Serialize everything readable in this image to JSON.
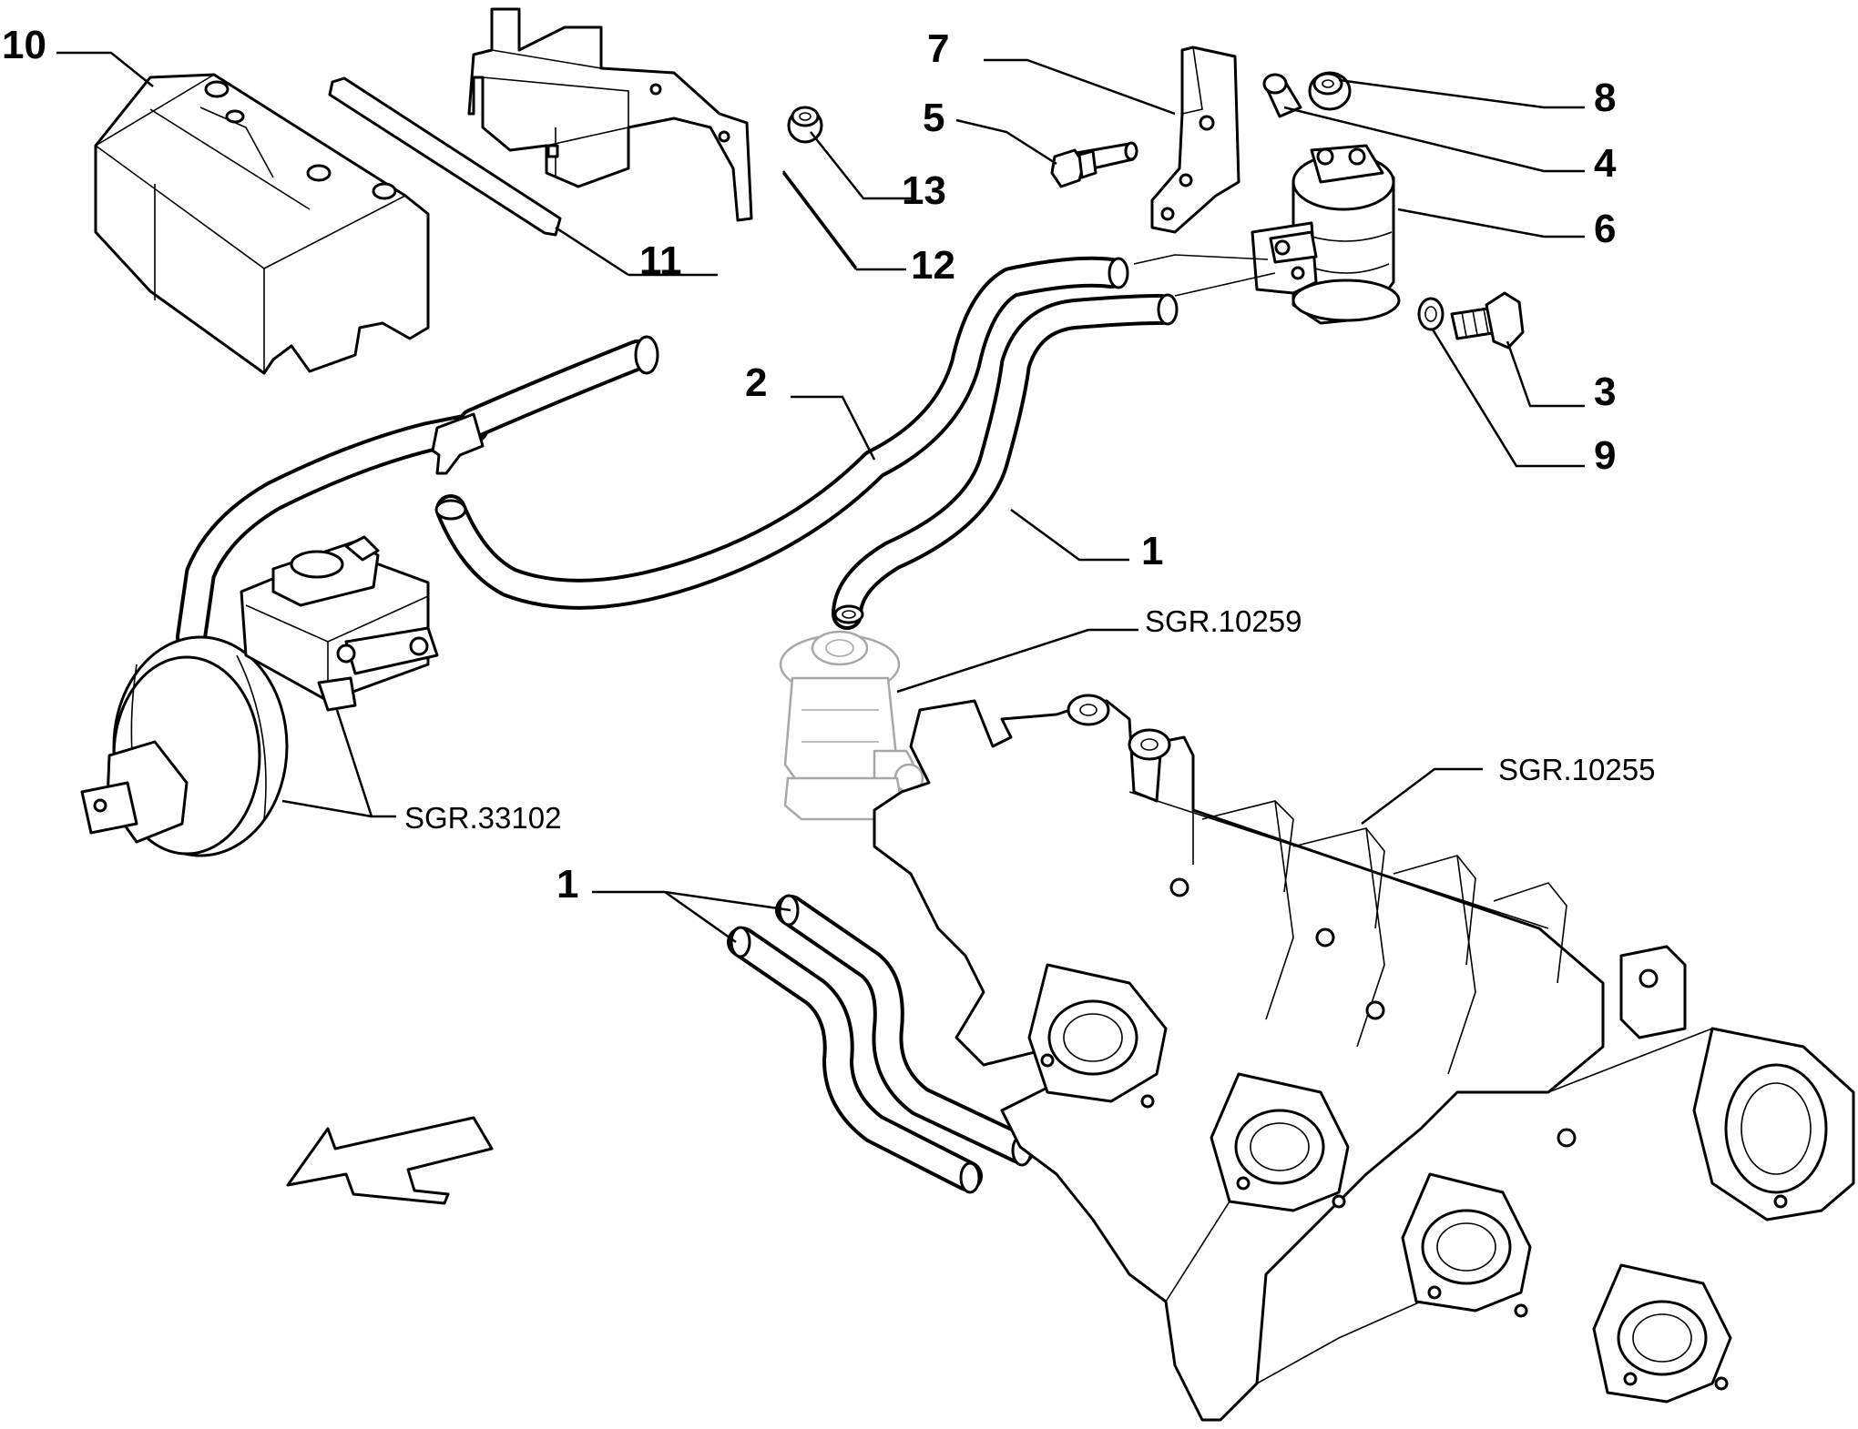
{
  "callouts": {
    "c10": "10",
    "c11": "11",
    "c12": "12",
    "c13": "13",
    "c7": "7",
    "c5": "5",
    "c8": "8",
    "c4": "4",
    "c6": "6",
    "c3": "3",
    "c9": "9",
    "c2": "2",
    "c1_upper": "1",
    "c1_lower": "1"
  },
  "references": {
    "egr_valve": "SGR.10259",
    "brake_booster": "SGR.33102",
    "intake_manifold": "SGR.10255"
  }
}
